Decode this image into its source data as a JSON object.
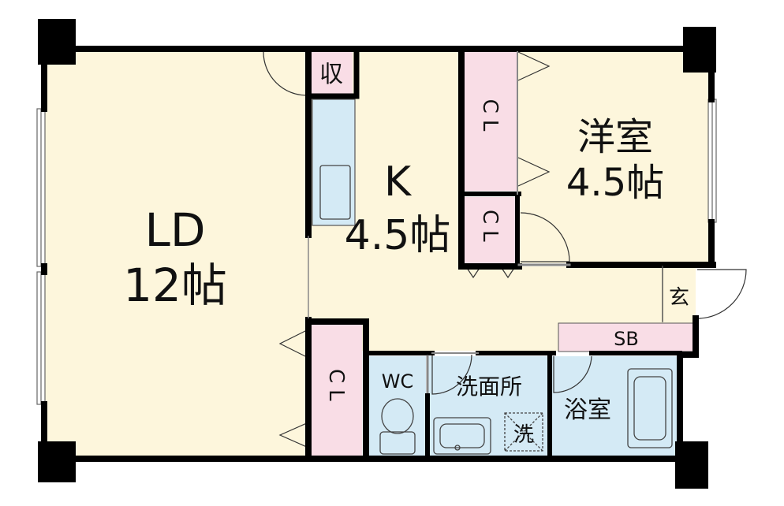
{
  "rooms": {
    "ld": {
      "name": "LD",
      "size": "12帖"
    },
    "kitchen": {
      "name": "K",
      "size": "4.5帖"
    },
    "western": {
      "name": "洋室",
      "size": "4.5帖"
    },
    "storage_top": {
      "name": "収"
    },
    "cl_top": {
      "name": "CL"
    },
    "cl_mid": {
      "name": "CL"
    },
    "cl_left": {
      "name": "CL"
    },
    "entrance": {
      "name": "玄"
    },
    "shoe_box": {
      "name": "SB"
    },
    "toilet": {
      "name": "WC"
    },
    "washroom": {
      "name": "洗面所"
    },
    "washer": {
      "name": "洗"
    },
    "bath": {
      "name": "浴室"
    }
  },
  "colors": {
    "floor": "#fdf6dc",
    "closet": "#f9dde6",
    "wet_area": "#d4eaf5",
    "wall": "#000000"
  }
}
